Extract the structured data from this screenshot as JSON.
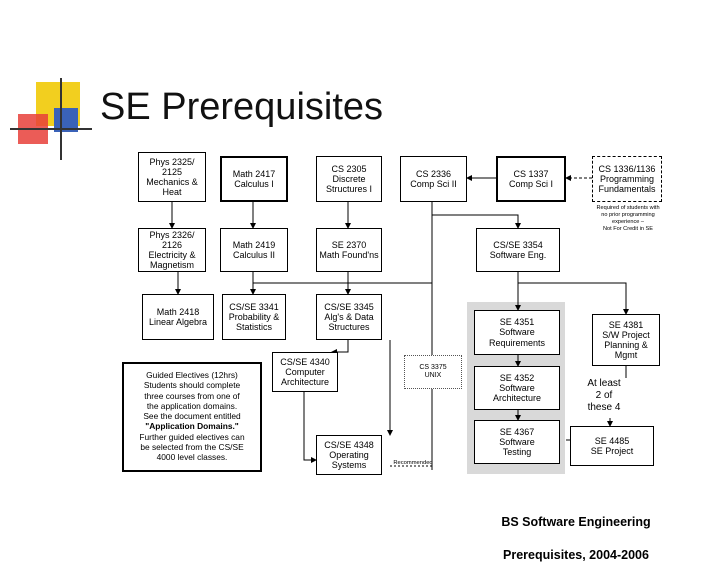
{
  "slide": {
    "title": "SE Prerequisites"
  },
  "nodes": {
    "phys2325": "Phys 2325/\n2125\nMechanics &\nHeat",
    "math2417": "Math 2417\nCalculus I",
    "cs2305": "CS 2305\nDiscrete\nStructures I",
    "cs2336": "CS 2336\nComp Sci II",
    "cs1337": "CS 1337\nComp Sci I",
    "cs1336": "CS 1336/1136\nProgramming\nFundamentals",
    "phys2326": "Phys 2326/\n2126\nElectricity &\nMagnetism",
    "math2419": "Math 2419\nCalculus II",
    "se2370": "SE 2370\nMath Found'ns",
    "cs3354": "CS/SE 3354\nSoftware Eng.",
    "math2418": "Math 2418\nLinear Algebra",
    "cs3341": "CS/SE 3341\nProbability &\nStatistics",
    "cs3345": "CS/SE 3345\nAlg's & Data\nStructures",
    "se4351": "SE 4351\nSoftware\nRequirements",
    "se4381": "SE 4381\nS/W Project\nPlanning &\nMgmt",
    "cs4340": "CS/SE 4340\nComputer\nArchitecture",
    "cs3375": "CS 3375\nUNIX",
    "se4352": "SE 4352\nSoftware\nArchitecture",
    "se4367": "SE 4367\nSoftware\nTesting",
    "cs4348": "CS/SE 4348\nOperating\nSystems",
    "se4485": "SE 4485\nSE Project"
  },
  "notes": {
    "required_note": "Required of students with\nno prior programming\nexperience –\nNot For Credit in SE",
    "recommended": "Recommended",
    "at_least": "At least\n2 of\nthese 4"
  },
  "guided": {
    "line1": "Guided Electives (12hrs)",
    "line2": "Students should complete",
    "line3": "three courses from one  of",
    "line4": "the application domains.",
    "line5": "See the document entitled",
    "line6": "\"Application Domains.\"",
    "line7": "Further guided electives can",
    "line8": "be selected from the CS/SE",
    "line9": "4000 level classes."
  },
  "footer": {
    "line1": "BS Software Engineering",
    "line2": "Prerequisites, 2004-2006"
  },
  "colors": {
    "accent_yellow": "#f2cf1f",
    "accent_red": "#e8403a",
    "accent_blue": "#3a62b8",
    "core_panel": "#d9d9d9"
  }
}
